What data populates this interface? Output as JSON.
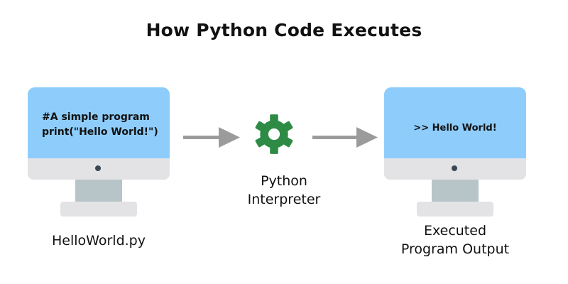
{
  "title": "How Python Code Executes",
  "source_monitor": {
    "code_lines": [
      "#A simple program",
      "print(\"Hello World!\")"
    ],
    "caption": "HelloWorld.py"
  },
  "interpreter": {
    "icon": "gear-icon",
    "caption_lines": [
      "Python",
      "Interpreter"
    ]
  },
  "output_monitor": {
    "output": ">> Hello World!",
    "caption_lines": [
      "Executed",
      "Program Output"
    ]
  },
  "colors": {
    "screen": "#8ecdfb",
    "bezel": "#e3e3e6",
    "stand": "#b8c5c8",
    "arrow": "#9b9b9b",
    "gear": "#2e8b45"
  }
}
